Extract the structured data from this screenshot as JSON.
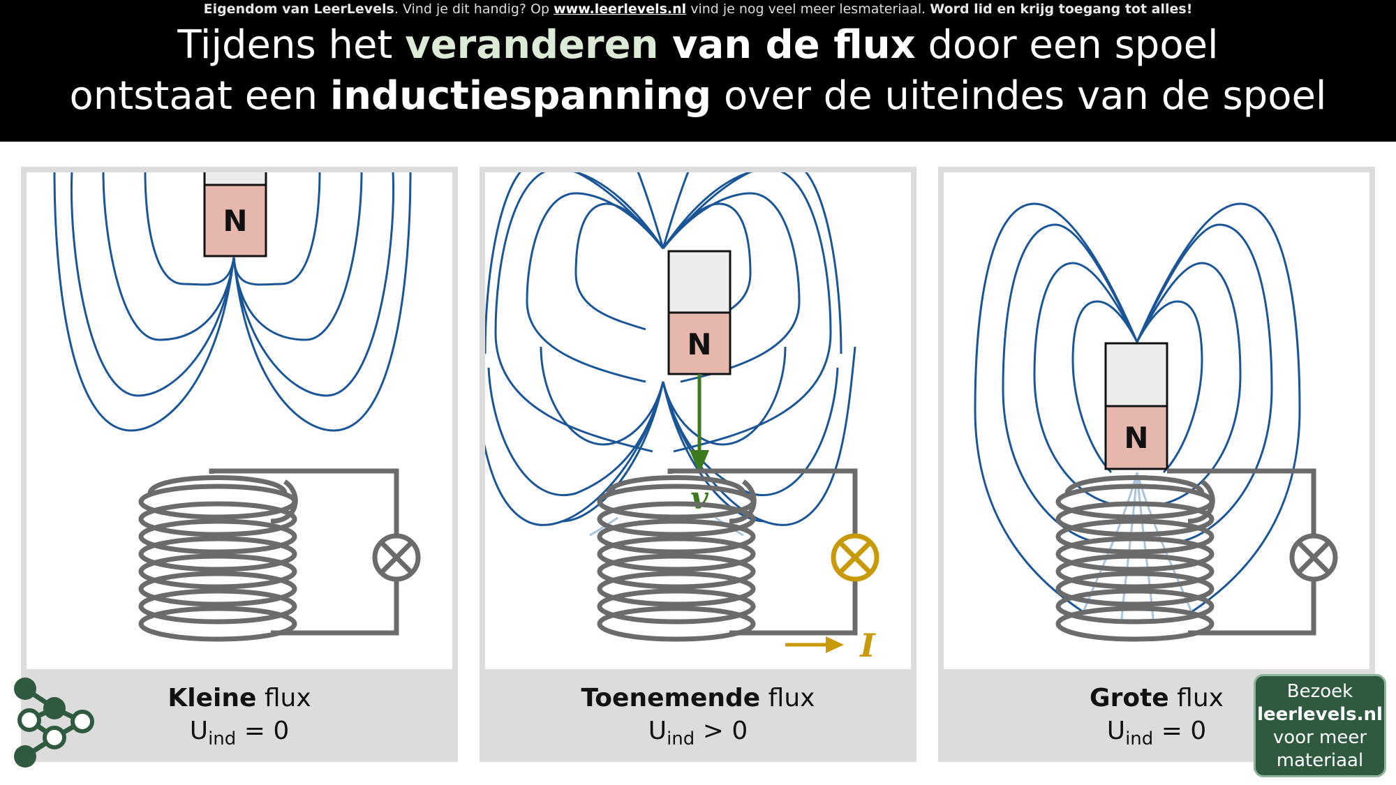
{
  "header": {
    "notice_owner": "Eigendom van LeerLevels",
    "notice_mid": ". Vind je dit handig? Op ",
    "notice_link": "www.leerlevels.nl",
    "notice_after": " vind je nog veel meer lesmateriaal. ",
    "notice_cta": "Word lid en krijg toegang tot alles!",
    "title_1a": "Tijdens het ",
    "title_1b": "veranderen",
    "title_1c": " van de flux",
    "title_1d": " door een spoel",
    "title_2a": "ontstaat een ",
    "title_2b": "inductiespanning",
    "title_2c": " over de uiteindes van de spoel"
  },
  "panels": [
    {
      "caption_bold": "Kleine",
      "caption_rest": " flux",
      "u": "U",
      "u_sub": "ind",
      "relation": " = 0",
      "magnet_label": "N"
    },
    {
      "caption_bold": "Toenemende",
      "caption_rest": " flux",
      "u": "U",
      "u_sub": "ind",
      "relation": " > 0",
      "magnet_label": "N",
      "velocity_label": "v",
      "current_label": "I"
    },
    {
      "caption_bold": "Grote",
      "caption_rest": " flux",
      "u": "U",
      "u_sub": "ind",
      "relation": " = 0",
      "magnet_label": "N"
    }
  ],
  "visit_box": {
    "line1": "Bezoek",
    "line2": "leerlevels.nl",
    "line3": "voor meer",
    "line4": "materiaal"
  },
  "colors": {
    "field_line": "#1a5597",
    "magnet_north": "#e6b8ad",
    "magnet_south": "#ececec",
    "coil": "#6b6b6b",
    "lamp_on": "#c89a0a",
    "velocity": "#3b7a1e",
    "logo": "#2f5a3f"
  },
  "icons": [
    "leerlevels-logo-icon",
    "lamp-icon"
  ]
}
